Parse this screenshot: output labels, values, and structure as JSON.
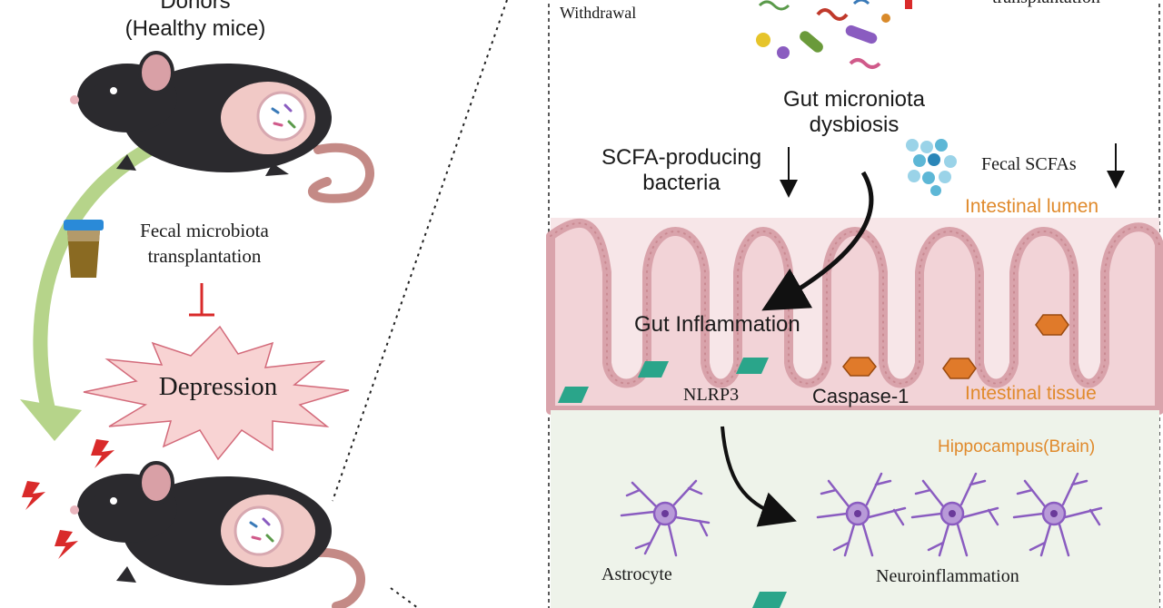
{
  "left": {
    "donors_title": "Donors",
    "donors_sub": "(Healthy mice)",
    "fmt_line1": "Fecal microbiota",
    "fmt_line2": "transplantation",
    "depression": "Depression"
  },
  "right": {
    "withdrawal": "Withdrawal",
    "top_right_partial": "transplantation",
    "dysbiosis_line1": "Gut microniota",
    "dysbiosis_line2": "dysbiosis",
    "scfa_bacteria_line1": "SCFA-producing",
    "scfa_bacteria_line2": "bacteria",
    "fecal_scfas": "Fecal SCFAs",
    "intestinal_lumen": "Intestinal lumen",
    "gut_inflammation": "Gut Inflammation",
    "nlrp3": "NLRP3",
    "caspase1": "Caspase-1",
    "intestinal_tissue": "Intestinal tissue",
    "hippocampus": "Hippocampus(Brain)",
    "astrocyte": "Astrocyte",
    "neuroinflammation": "Neuroinflammation"
  },
  "colors": {
    "mouse_body": "#2b2a2e",
    "mouse_ear": "#d9a0a6",
    "tail": "#c48a86",
    "gut_tissue": "#f3d9dc",
    "gut_wall": "#e4b7bd",
    "brain_bg": "#eef3ea",
    "nlrp3": "#2aa58a",
    "caspase": "#e07a2a",
    "neuron": "#8a5cc0",
    "green_arrow": "#b6d48a",
    "inhibit_red": "#d92a2a",
    "orange_text": "#e08a2c",
    "scfa_blue": "#5db7d6",
    "burst_fill": "#f8d3d3",
    "burst_stroke": "#d36a7a"
  }
}
